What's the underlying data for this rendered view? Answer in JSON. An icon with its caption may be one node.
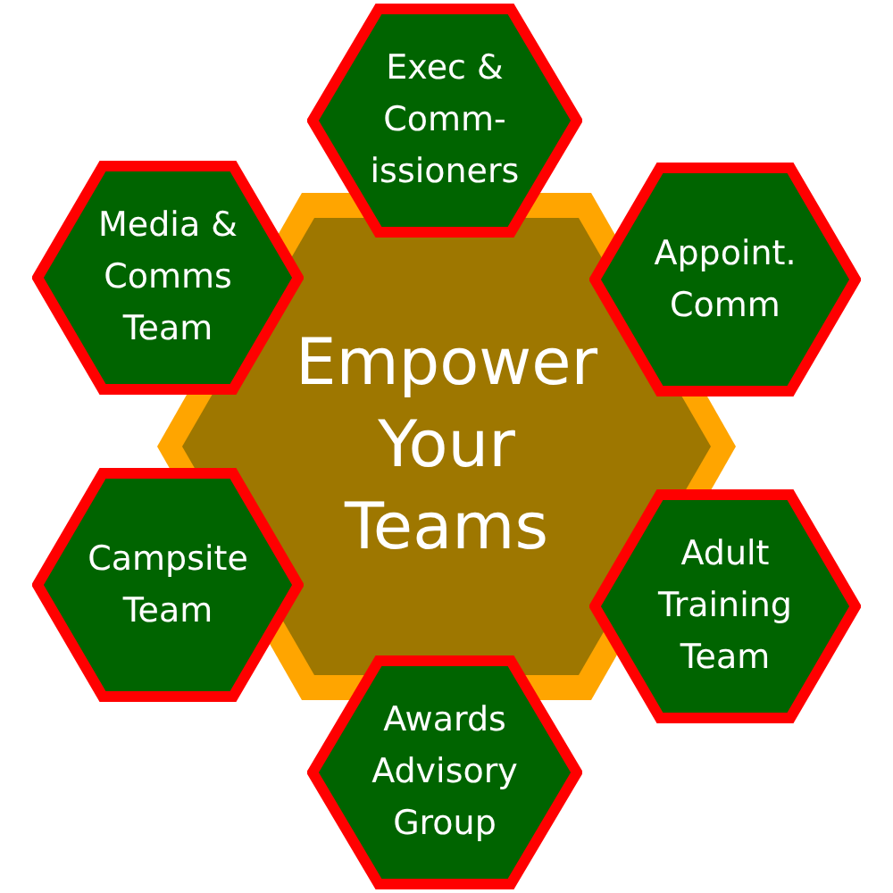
{
  "diagram": {
    "nodes": [
      {
        "text": [
          "Empower Your Teams"
        ]
      },
      {
        "text": [
          "Exec & Comm-issioners"
        ]
      },
      {
        "text": [
          "Media & Comms Team"
        ]
      },
      {
        "text": [
          "Appoint. Comm"
        ]
      },
      {
        "text": [
          "Campsite Team"
        ]
      },
      {
        "text": [
          "Adult Training Team"
        ]
      },
      {
        "text": [
          "Awards Advisory Group"
        ]
      }
    ]
  }
}
